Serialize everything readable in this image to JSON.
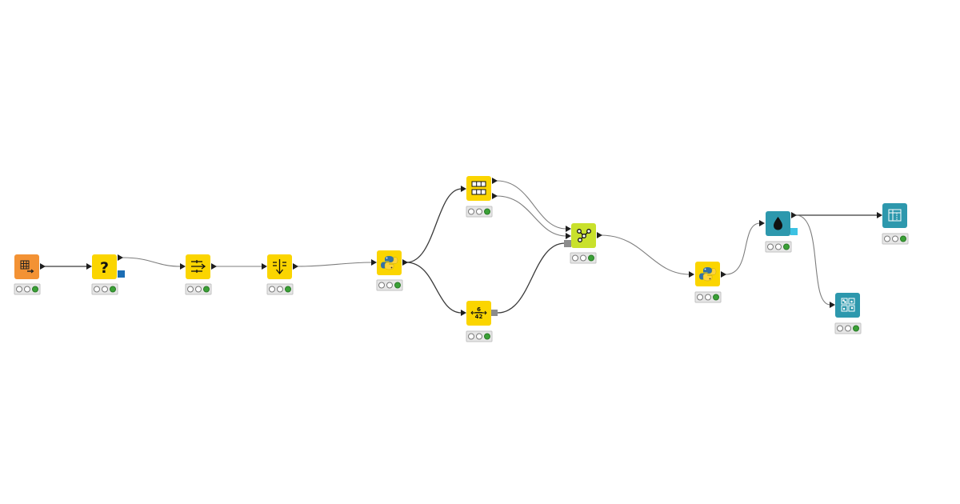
{
  "workflow": {
    "nodes": [
      {
        "id": "table-reader",
        "icon": "table-reader-icon",
        "category": "io-source"
      },
      {
        "id": "missing-value",
        "icon": "question-mark-icon",
        "category": "manipulation"
      },
      {
        "id": "column-filter",
        "icon": "column-filter-icon",
        "category": "manipulation"
      },
      {
        "id": "row-sorter",
        "icon": "row-sorter-icon",
        "category": "manipulation"
      },
      {
        "id": "python-script-1",
        "icon": "python-logo-icon",
        "category": "manipulation"
      },
      {
        "id": "row-splitter",
        "icon": "partition-table-icon",
        "category": "manipulation"
      },
      {
        "id": "normalizer",
        "icon": "normalizer-icon",
        "category": "manipulation"
      },
      {
        "id": "learner",
        "icon": "learner-graph-icon",
        "category": "learner"
      },
      {
        "id": "python-script-2",
        "icon": "python-logo-icon",
        "category": "manipulation"
      },
      {
        "id": "colorizer",
        "icon": "color-drop-icon",
        "category": "view"
      },
      {
        "id": "table-view",
        "icon": "table-view-icon",
        "category": "view"
      },
      {
        "id": "scatter-view",
        "icon": "scatter-matrix-icon",
        "category": "view"
      }
    ],
    "node_status": "executed",
    "normalizer_label": "6/42",
    "colors": {
      "io_source": "#f39234",
      "manipulation": "#fbd500",
      "learner": "#c9e12c",
      "view": "#2d98ad",
      "status_green": "#3ba137",
      "model_port": "#1b6db4",
      "flow_port": "#8c8c8c"
    }
  }
}
